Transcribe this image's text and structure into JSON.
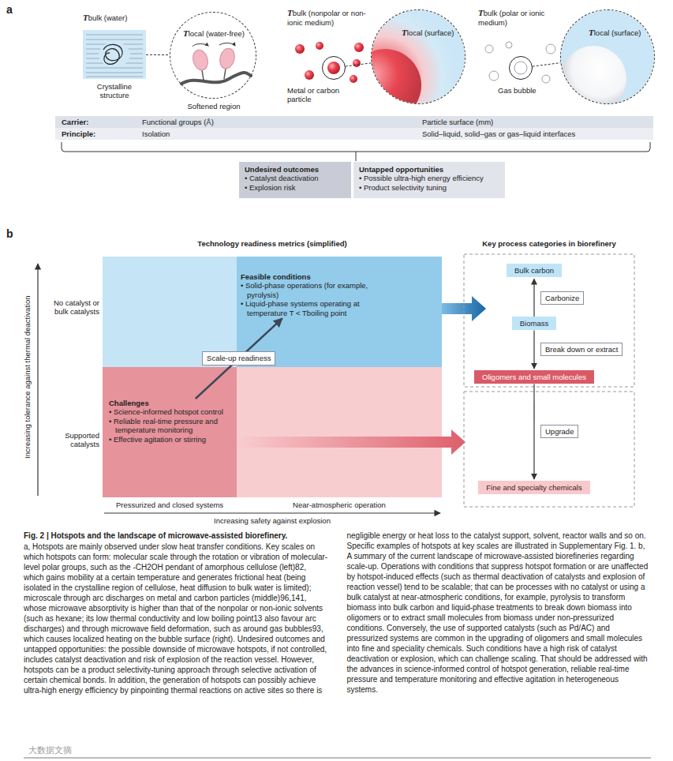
{
  "diagram": {
    "title": "Fig. 2 | Hotspots and the landscape of microwave-assisted biorefinery.",
    "caption": "a, Hotspots are mainly observed under slow heat transfer conditions. Key scales on which hotspots can form: molecular scale through the rotation or vibration of molecular-level polar groups, such as the -CH2OH pendant of amorphous cellulose (left)82, which gains mobility at a certain temperature and generates frictional heat (being isolated in the crystalline region of cellulose, heat diffusion to bulk water is limited); microscale through arc discharges on metal and carbon particles (middle)96,141, whose microwave absorptivity is higher than that of the nonpolar or non-ionic solvents (such as hexane; its low thermal conductivity and low boiling point13 also favour arc discharges) and through microwave field deformation, such as around gas bubbles93, which causes localized heating on the bubble surface (right). Undesired outcomes and untapped opportunities: the possible downside of microwave hotspots, if not controlled, includes catalyst deactivation and risk of explosion of the reaction vessel. However, hotspots can be a product selectivity-tuning approach through selective activation of certain chemical bonds. In addition, the generation of hotspots can possibly achieve ultra-high energy efficiency by pinpointing thermal reactions on active sites so there is negligible energy or heat loss to the catalyst support, solvent, reactor walls and so on. Specific examples of hotspots at key scales are illustrated in Supplementary Fig. 1. b, A summary of the current landscape of microwave-assisted biorefineries regarding scale-up. Operations with conditions that suppress hotspot formation or are unaffected by hotspot-induced effects (such as thermal deactivation of catalysts and explosion of reaction vessel) tend to be scalable; that can be processes with no catalyst or using a bulk catalyst at near-atmospheric conditions, for example, pyrolysis to transform biomass into bulk carbon and liquid-phase treatments to break down biomass into oligomers or to extract small molecules from biomass under non-pressurized conditions. Conversely, the use of supported catalysts (such as Pd/AC) and pressurized systems are common in the upgrading of oligomers and small molecules into fine and speciality chemicals. Such conditions have a high risk of catalyst deactivation or explosion, which can challenge scaling. That should be addressed with the advances in science-informed control of hotspot generation, reliable real-time pressure and temperature monitoring and effective agitation in heterogeneous systems.",
    "nodes": [
      {
        "text": [
          "Tbulk (water)",
          "Crystalline structure"
        ]
      },
      {
        "text": [
          "Tlocal (water-free)",
          "Softened region"
        ]
      },
      {
        "text": [
          "Tbulk (nonpolar or non-ionic medium)",
          "Metal or carbon particle"
        ]
      },
      {
        "text": [
          "Tlocal (surface)"
        ]
      },
      {
        "text": [
          "Tbulk (polar or ionic medium)",
          "Gas bubble"
        ]
      },
      {
        "text": [
          "Tlocal (surface)"
        ]
      },
      {
        "text": [
          "Undesired outcomes",
          "• Catalyst deactivation",
          "• Explosion risk"
        ]
      },
      {
        "text": [
          "Untapped opportunities",
          "• Possible ultra-high energy efficiency",
          "• Product selectivity tuning"
        ]
      },
      {
        "text": [
          "Feasible conditions",
          "• Solid-phase operations (for example, pyrolysis)",
          "• Liquid-phase systems operating at temperature T < Tboiling point"
        ]
      },
      {
        "text": [
          "Challenges",
          "• Science-informed hotspot control",
          "• Reliable real-time pressure and temperature monitoring",
          "• Effective agitation or stirring"
        ]
      },
      {
        "text": [
          "Bulk carbon"
        ]
      },
      {
        "text": [
          "Biomass"
        ]
      },
      {
        "text": [
          "Oligomers and small molecules"
        ]
      },
      {
        "text": [
          "Fine and specialty chemicals"
        ]
      }
    ],
    "edges": [
      {
        "from": 0,
        "to": 1,
        "arrow": "none"
      },
      {
        "from": 2,
        "to": 3,
        "arrow": "none"
      },
      {
        "from": 4,
        "to": 5,
        "arrow": "none"
      },
      {
        "from": 9,
        "to": 8,
        "arrow": "to",
        "label": "Scale-up readiness"
      },
      {
        "from": 11,
        "to": 10,
        "arrow": "to",
        "label": "Carbonize"
      },
      {
        "from": 11,
        "to": 12,
        "arrow": "to",
        "label": "Break down or extract"
      },
      {
        "from": 12,
        "to": 13,
        "arrow": "to",
        "label": "Upgrade"
      }
    ],
    "labels": [
      "a",
      "Carrier:",
      "Functional groups (Å)",
      "Particle surface (mm)",
      "Principle:",
      "Isolation",
      "Solid–liquid, solid–gas or gas–liquid interfaces",
      "b",
      "Technology readiness metrics (simplified)",
      "Increasing tolerance against thermal deactivation",
      "No catalyst or bulk catalysts",
      "Supported catalysts",
      "Pressurized and closed systems",
      "Near-atmospheric operation",
      "Increasing safety against explosion",
      "Key process categories in biorefinery",
      "大数据文摘"
    ]
  }
}
